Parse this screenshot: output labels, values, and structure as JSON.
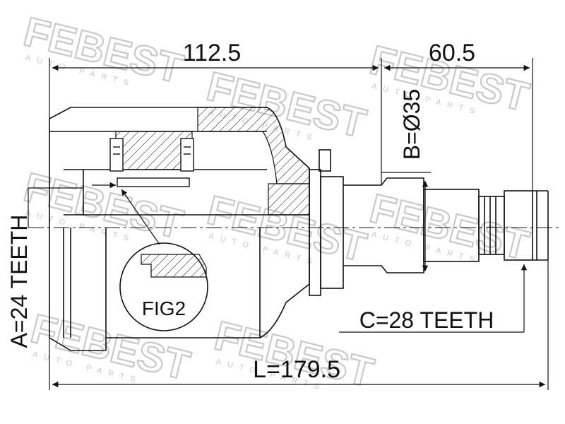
{
  "dimensions": {
    "overall_length": "112.5",
    "shaft_length": "60.5",
    "diameter": "B=Ø35",
    "outer_teeth": "A=24 TEETH",
    "inner_teeth": "C=28 TEETH",
    "total_length": "L=179.5",
    "detail_label": "FIG2"
  },
  "watermark": {
    "brand": "FEBEST",
    "sub": "AUTO PARTS"
  },
  "colors": {
    "line": "#111111",
    "watermark": "#c9c9c9"
  }
}
